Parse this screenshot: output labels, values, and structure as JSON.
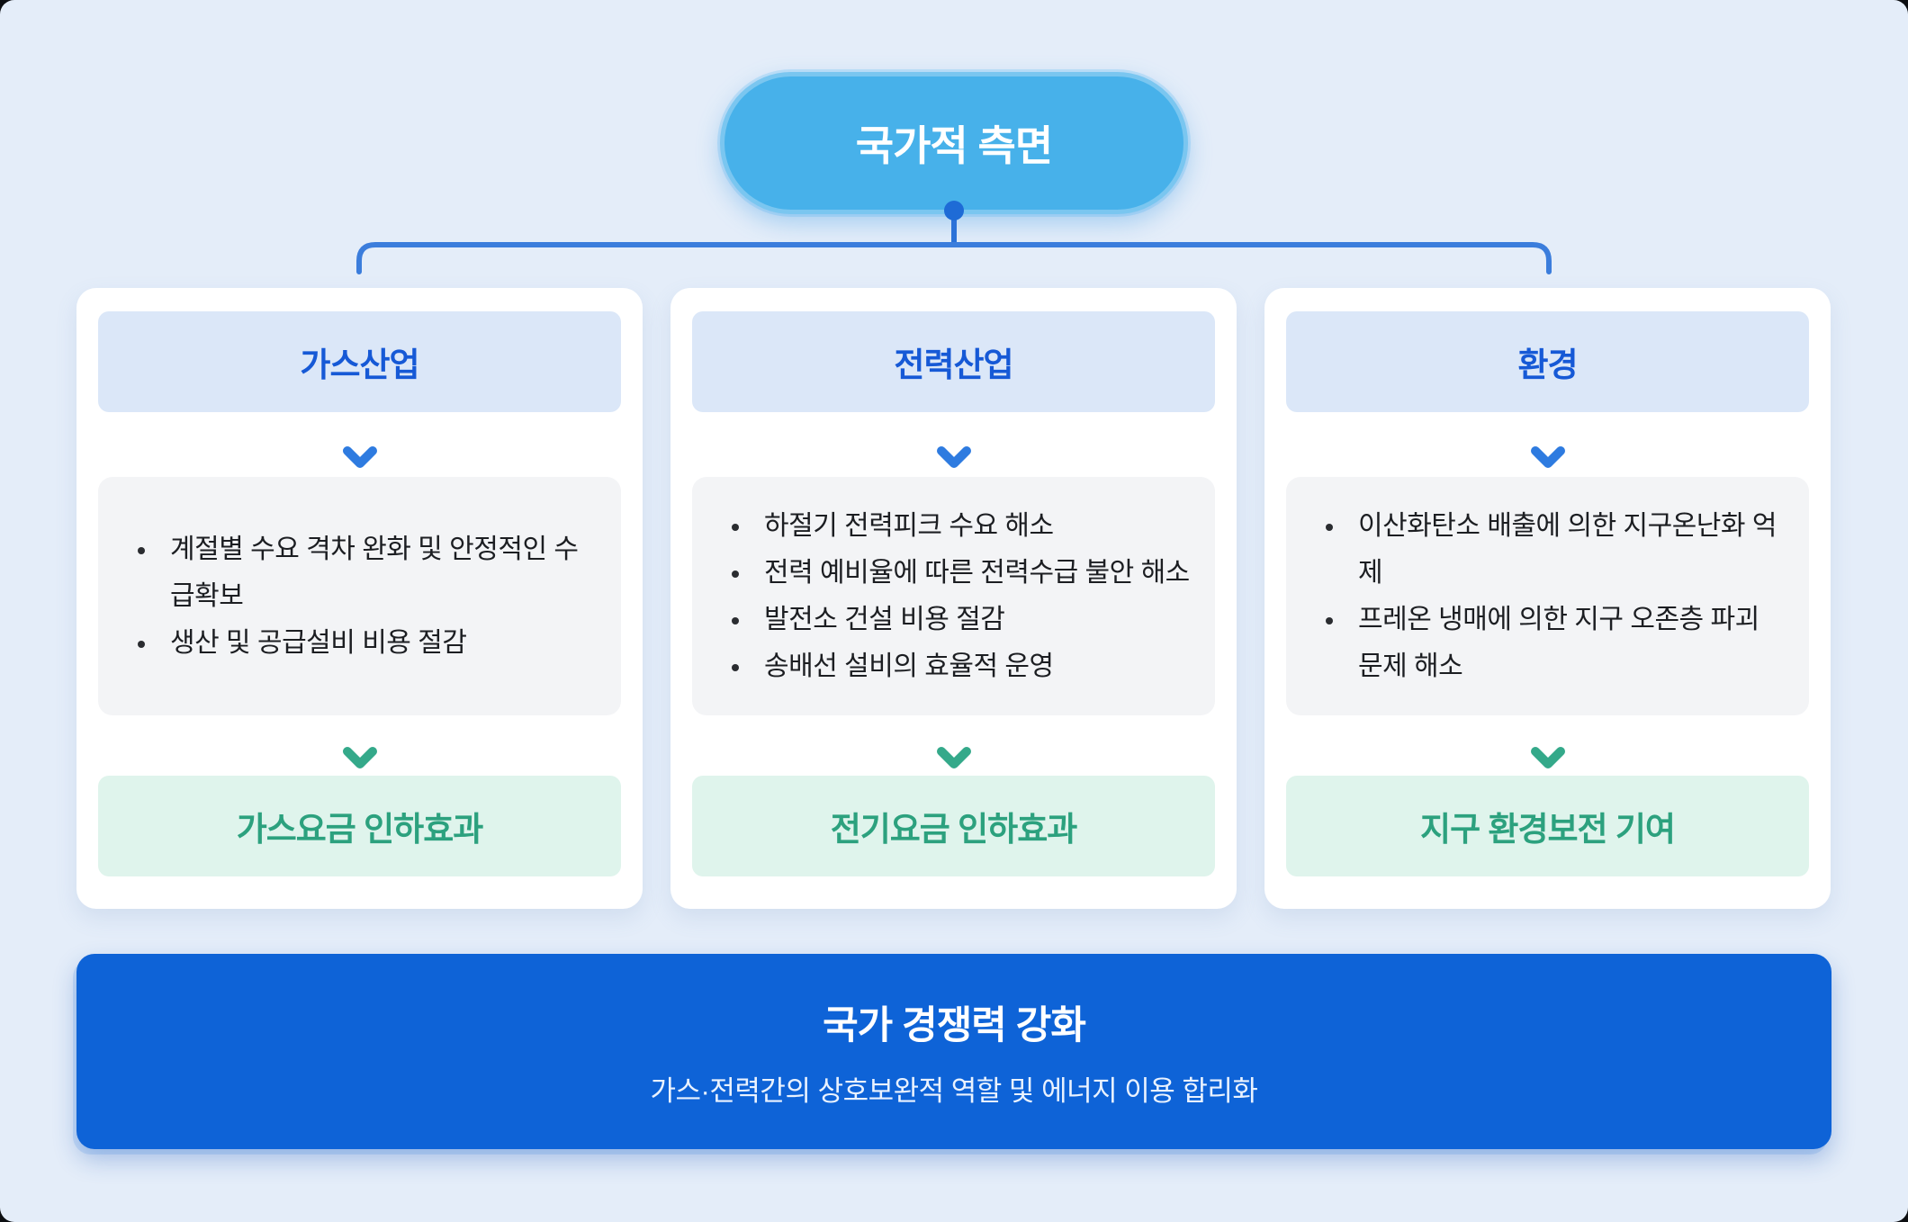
{
  "root": {
    "title": "국가적 측면"
  },
  "columns": [
    {
      "header": "가스산업",
      "bullets": [
        "계절별 수요 격차 완화 및 안정적인 수급확보",
        "생산 및 공급설비 비용 절감"
      ],
      "result": "가스요금 인하효과"
    },
    {
      "header": "전력산업",
      "bullets": [
        "하절기 전력피크 수요 해소",
        "전력 예비율에 따른 전력수급 불안 해소",
        "발전소 건설 비용 절감",
        "송배선 설비의 효율적 운영"
      ],
      "result": "전기요금 인하효과"
    },
    {
      "header": "환경",
      "bullets": [
        "이산화탄소 배출에 의한 지구온난화 억제",
        "프레온 냉매에 의한 지구 오존층 파괴 문제 해소"
      ],
      "result": "지구 환경보전 기여"
    }
  ],
  "footer": {
    "title": "국가 경쟁력 강화",
    "subtitle": "가스·전력간의 상호보완적 역할 및 에너지 이용 합리화"
  },
  "colors": {
    "background": "#E4EDF9",
    "pill": "#47B1EA",
    "connector": "#3B7DDC",
    "connectorDot": "#1E6BD6",
    "headerBg": "#DBE7F8",
    "headerText": "#1659D6",
    "grayBox": "#F3F4F6",
    "greenBg": "#DFF4EC",
    "green": "#2CA17E",
    "footerBg": "#0E63D7",
    "arrowBlue": "#2E7BE0",
    "arrowTeal": "#34A98A"
  }
}
